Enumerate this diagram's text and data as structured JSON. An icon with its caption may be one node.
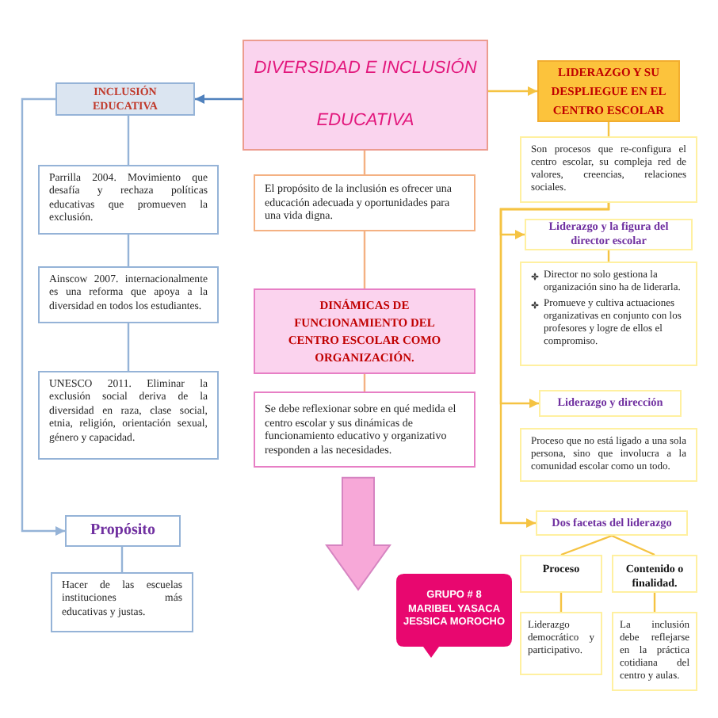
{
  "diagram": {
    "nodes": [
      {
        "text": [
          "DIVERSIDAD E INCLUSIÓN EDUCATIVA"
        ]
      },
      {
        "text": [
          "INCLUSIÓN EDUCATIVA"
        ]
      },
      {
        "text": [
          "Parrilla 2004. Movimiento que desafía y rechaza políticas educativas que promueven la exclusión."
        ]
      },
      {
        "text": [
          "Ainscow 2007. internacionalmente es una reforma que apoya a la diversidad en todos los estudiantes."
        ]
      },
      {
        "text": [
          "UNESCO 2011. Eliminar la exclusión social deriva de la diversidad en raza, clase social, etnia, religión, orientación sexual, género y capacidad."
        ]
      },
      {
        "text": [
          "Propósito"
        ]
      },
      {
        "text": [
          "Hacer de las escuelas instituciones más educativas y justas."
        ]
      },
      {
        "text": [
          "El propósito de la inclusión es ofrecer una educación adecuada y oportunidades para una vida digna."
        ]
      },
      {
        "text": [
          "DINÁMICAS DE FUNCIONAMIENTO DEL CENTRO ESCOLAR COMO ORGANIZACIÓN."
        ]
      },
      {
        "text": [
          "Se debe reflexionar sobre en qué medida el centro escolar y sus dinámicas de funcionamiento educativo y organizativo responden a las necesidades."
        ]
      },
      {
        "text": [
          "GRUPO # 8",
          "MARIBEL YASACA",
          "JESSICA MOROCHO"
        ]
      },
      {
        "text": [
          "LIDERAZGO Y SU DESPLIEGUE EN EL CENTRO ESCOLAR"
        ]
      },
      {
        "text": [
          "Son procesos que re-configura el centro escolar, su compleja red de valores, creencias, relaciones sociales."
        ]
      },
      {
        "text": [
          "Liderazgo y la figura del director escolar"
        ]
      },
      {
        "text": [
          "Director no solo gestiona la organización sino ha de liderarla.",
          "Promueve y cultiva actuaciones organizativas en conjunto con los profesores y logre de ellos el compromiso."
        ]
      },
      {
        "text": [
          "Liderazgo y dirección"
        ]
      },
      {
        "text": [
          "Proceso que no está ligado a una sola persona, sino que involucra a la comunidad escolar como un todo."
        ]
      },
      {
        "text": [
          "Dos facetas del liderazgo"
        ]
      },
      {
        "text": [
          "Proceso"
        ]
      },
      {
        "text": [
          "Contenido o finalidad."
        ]
      },
      {
        "text": [
          "Liderazgo democrático y participativo."
        ]
      },
      {
        "text": [
          "La inclusión debe reflejarse en la práctica cotidiana del centro y aulas."
        ]
      }
    ],
    "edges": [
      {
        "from": 0,
        "to": 1,
        "arrow": "to",
        "color": "#4f81bd"
      },
      {
        "from": 1,
        "to": 2,
        "arrow": "none",
        "color": "#95b3d7"
      },
      {
        "from": 2,
        "to": 3,
        "arrow": "none",
        "color": "#95b3d7"
      },
      {
        "from": 3,
        "to": 4,
        "arrow": "none",
        "color": "#95b3d7"
      },
      {
        "from": 1,
        "to": 5,
        "arrow": "to",
        "color": "#95b3d7"
      },
      {
        "from": 5,
        "to": 6,
        "arrow": "none",
        "color": "#95b3d7"
      },
      {
        "from": 0,
        "to": 7,
        "arrow": "none",
        "color": "#f4b183"
      },
      {
        "from": 7,
        "to": 8,
        "arrow": "none",
        "color": "#f4b183"
      },
      {
        "from": 8,
        "to": 9,
        "arrow": "none",
        "color": "#f4b183"
      },
      {
        "from": 9,
        "to": null,
        "arrow": "to",
        "style": "thick",
        "color": "#f7a8d8"
      },
      {
        "from": 0,
        "to": 11,
        "arrow": "to"
      },
      {
        "from": 11,
        "to": 12,
        "arrow": "none"
      },
      {
        "from": 12,
        "to": 13,
        "arrow": "to"
      },
      {
        "from": 12,
        "to": 15,
        "arrow": "to"
      },
      {
        "from": 12,
        "to": 17,
        "arrow": "to"
      },
      {
        "from": 13,
        "to": 14,
        "arrow": "none"
      },
      {
        "from": 17,
        "to": 18,
        "arrow": "none"
      },
      {
        "from": 17,
        "to": 19,
        "arrow": "none"
      },
      {
        "from": 18,
        "to": 20,
        "arrow": "none"
      },
      {
        "from": 19,
        "to": 21,
        "arrow": "none"
      }
    ]
  }
}
